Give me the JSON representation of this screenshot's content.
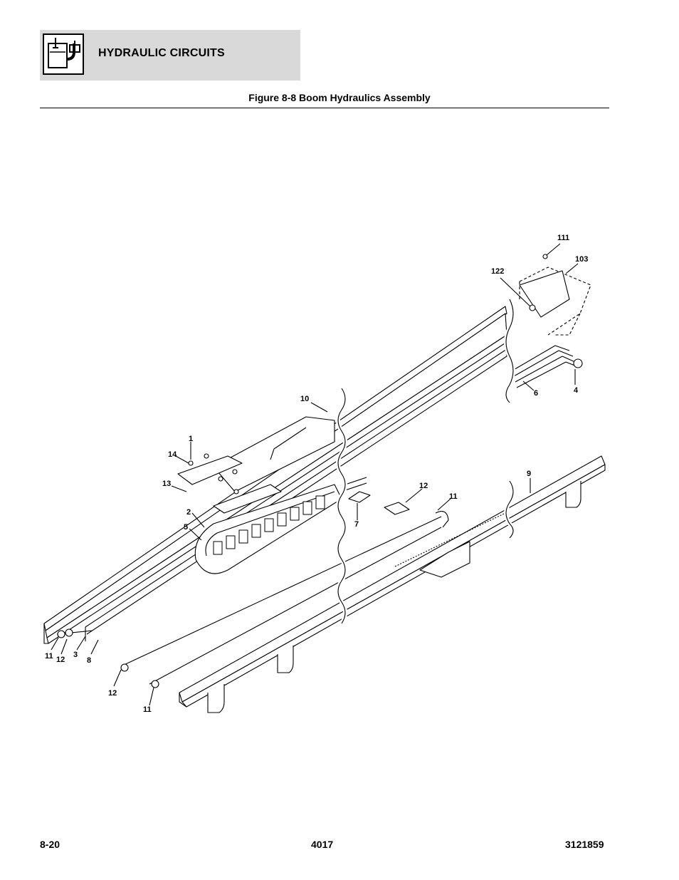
{
  "header": {
    "section_title": "HYDRAULIC CIRCUITS"
  },
  "figure": {
    "caption": "Figure 8-8 Boom Hydraulics Assembly"
  },
  "callouts": [
    "111",
    "103",
    "122",
    "6",
    "4",
    "10",
    "1",
    "14",
    "13",
    "2",
    "5",
    "12",
    "11",
    "7",
    "9",
    "11",
    "12",
    "3",
    "8",
    "12",
    "11"
  ],
  "footer": {
    "page": "8-20",
    "model": "4017",
    "doc_number": "3121859"
  }
}
